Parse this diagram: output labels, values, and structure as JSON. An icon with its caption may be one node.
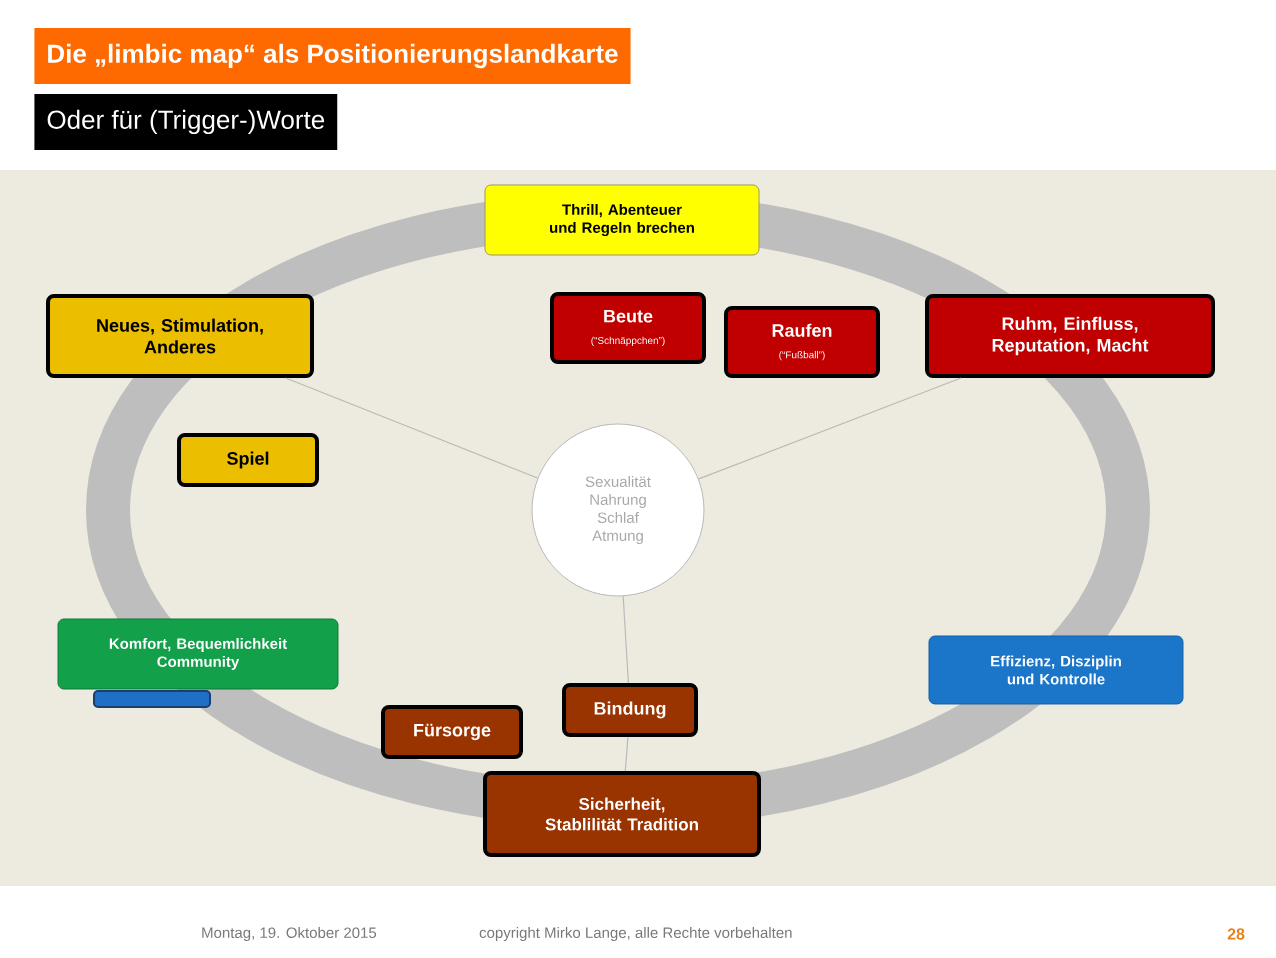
{
  "diagram": {
    "title": "Die „limbic map“ als Positionierungslandkarte",
    "nodes": [
      {
        "text": [
          "Thrill, Abenteuer und Regeln brechen"
        ]
      },
      {
        "text": [
          "Neues, Stimulation, Anderes"
        ]
      },
      {
        "text": [
          "Beute",
          "(“Schnäppchen”)"
        ]
      },
      {
        "text": [
          "Raufen",
          "(“Fußball”)"
        ]
      },
      {
        "text": [
          "Ruhm, Einfluss, Reputation, Macht"
        ]
      },
      {
        "text": [
          "Spiel"
        ]
      },
      {
        "text": [
          "Sexualität Nahrung Schlaf Atmung"
        ]
      },
      {
        "text": [],
        "shape": "box"
      },
      {
        "text": [
          "Komfort, Bequemlichkeit Community"
        ]
      },
      {
        "text": [
          "Effizienz, Disziplin und Kontrolle"
        ]
      },
      {
        "text": [
          "Fürsorge"
        ]
      },
      {
        "text": [
          "Bindung"
        ]
      },
      {
        "text": [
          "Sicherheit, Stablilität Tradition"
        ]
      }
    ],
    "edges": [
      {
        "from": 6,
        "to": 1,
        "arrow": "none"
      },
      {
        "from": 6,
        "to": 4,
        "arrow": "none"
      },
      {
        "from": 6,
        "to": 11,
        "arrow": "none"
      },
      {
        "from": 11,
        "to": 12,
        "arrow": "none"
      }
    ],
    "labels": [
      "Oder für (Trigger-)Worte",
      "Montag, 19. Oktober 2015",
      "copyright Mirko Lange, alle Rechte vorbehalten",
      "28"
    ]
  }
}
